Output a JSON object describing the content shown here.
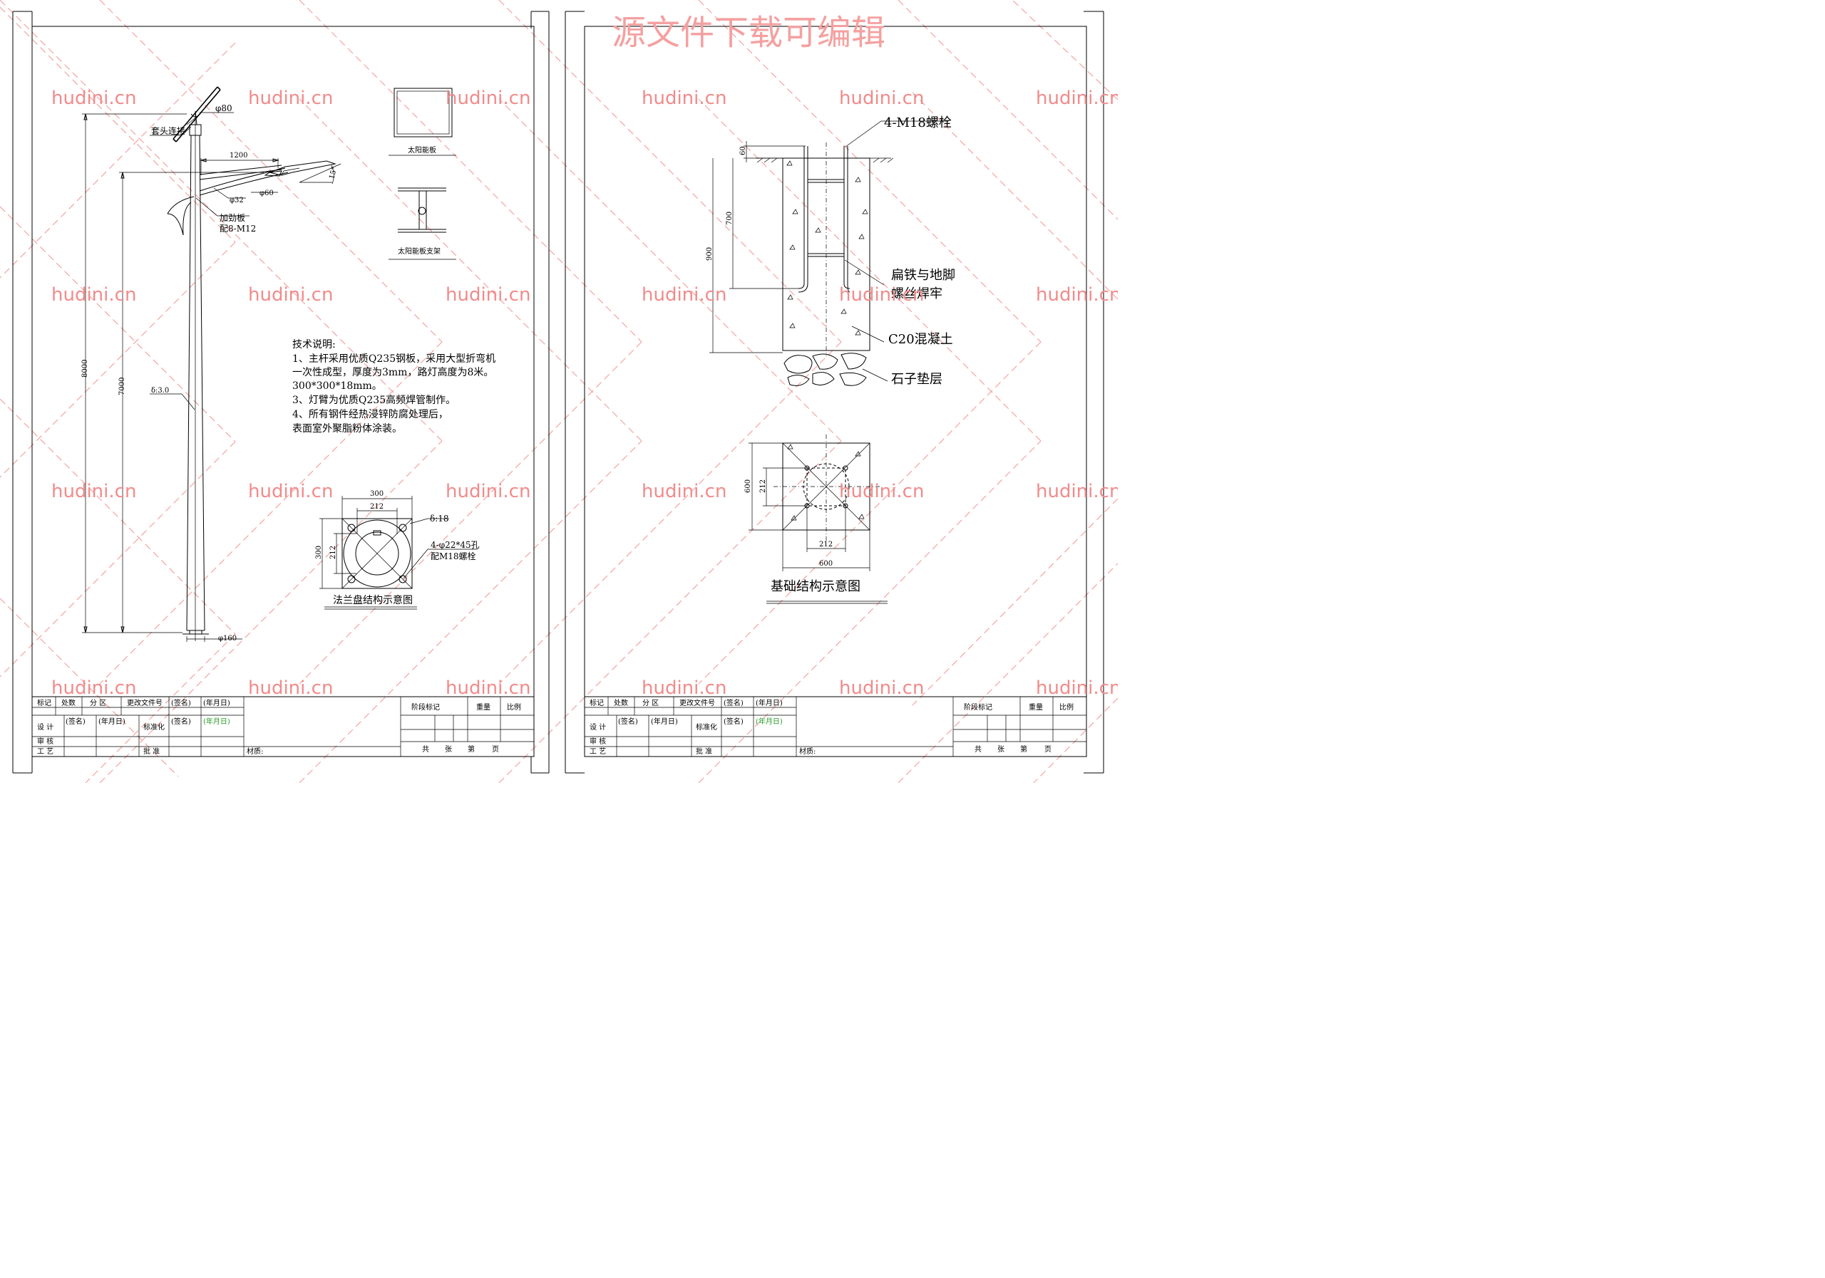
{
  "watermark": {
    "site": "hudini.cn",
    "banner": "源文件下载可编辑"
  },
  "left_sheet": {
    "pole_labels": {
      "sleeve": "套头连接",
      "d80": "φ80",
      "len1200": "1200",
      "angle15": "15°",
      "d32": "φ32",
      "d60": "φ60",
      "arm_plate": "加劲板",
      "arm_plate_bolt": "配8-M12",
      "h8000": "8000",
      "h7000": "7000",
      "thickness": "δ:3.0",
      "d160": "φ160"
    },
    "panel_title": "太阳能板",
    "bracket_title": "太阳能板支架",
    "notes": {
      "title": "技术说明:",
      "lines": [
        "1、主杆采用优质Q235钢板，采用大型折弯机",
        "一次性成型，厚度为3mm，路灯高度为8米。",
        "300*300*18mm。",
        "3、灯臂为优质Q235高频焊管制作。",
        "4、所有钢件经热浸锌防腐处理后，",
        "表面室外聚脂粉体涂装。"
      ]
    },
    "flange": {
      "w300": "300",
      "w212": "212",
      "h300": "300",
      "h212": "212",
      "thickness": "δ:18",
      "holes": "4-φ22*45孔",
      "bolts": "配M18螺栓",
      "title": "法兰盘结构示意图"
    }
  },
  "right_sheet": {
    "labels": {
      "bolt": "4-M18螺栓",
      "d60": "60",
      "d700": "700",
      "d900": "900",
      "weld": "扁铁与地脚",
      "weld2": "螺丝焊牢",
      "concrete": "C20混凝土",
      "gravel": "石子垫层",
      "w600": "600",
      "w212": "212",
      "h600": "600",
      "h212": "212",
      "title": "基础结构示意图"
    }
  },
  "title_block": {
    "row1": [
      "标记",
      "处数",
      "分 区",
      "更改文件号",
      "(签名)",
      "(年月日)"
    ],
    "stage": "阶段标记",
    "weight": "重量",
    "scale": "比例",
    "design": "设 计",
    "sign": "(签名)",
    "date": "(年月日)",
    "standard": "标准化",
    "sign2": "(签名)",
    "date2": "(年月日)",
    "review": "审 核",
    "process": "工 艺",
    "approve": "批 准",
    "material": "材质:",
    "sheets": "共",
    "sheet_of": "张",
    "page_no": "第",
    "page": "页"
  }
}
